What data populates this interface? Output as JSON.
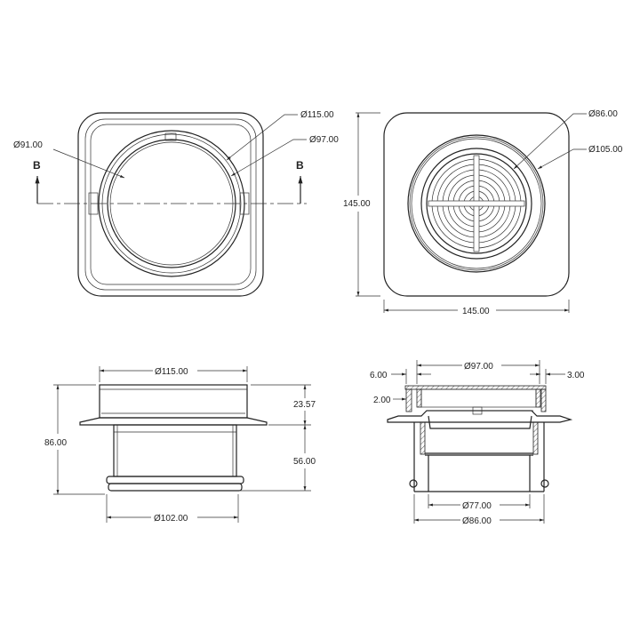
{
  "section_label": "B",
  "views": {
    "top_left": {
      "dims": [
        "Ø91.00",
        "Ø115.00",
        "Ø97.00"
      ]
    },
    "top_right": {
      "dims": [
        "Ø86.00",
        "Ø105.00",
        "145.00",
        "145.00"
      ]
    },
    "bottom_left": {
      "dims": [
        "Ø115.00",
        "23.57",
        "86.00",
        "56.00",
        "Ø102.00"
      ]
    },
    "bottom_right": {
      "dims": [
        "6.00",
        "Ø97.00",
        "3.00",
        "2.00",
        "Ø77.00",
        "Ø86.00"
      ]
    }
  },
  "colors": {
    "line": "#222222",
    "background": "#ffffff"
  }
}
